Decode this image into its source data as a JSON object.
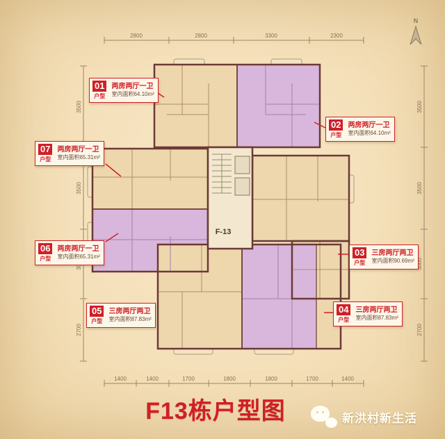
{
  "page": {
    "title": "F13栋户型图",
    "building_code": "F-13",
    "north_label": "N",
    "watermark": "新洪村新生活"
  },
  "labels": {
    "unit_label": "户型"
  },
  "units": [
    {
      "num": "01",
      "type": "两房两厅一卫",
      "area": "室内面积64.10m²"
    },
    {
      "num": "02",
      "type": "两房两厅一卫",
      "area": "室内面积64.10m²"
    },
    {
      "num": "03",
      "type": "三房两厅两卫",
      "area": "室内面积90.69m²"
    },
    {
      "num": "04",
      "type": "三房两厅两卫",
      "area": "室内面积87.83m²"
    },
    {
      "num": "05",
      "type": "三房两厅两卫",
      "area": "室内面积87.83m²"
    },
    {
      "num": "06",
      "type": "两房两厅一卫",
      "area": "室内面积65.31m²"
    },
    {
      "num": "07",
      "type": "两房两厅一卫",
      "area": "室内面积65.31m²"
    }
  ],
  "dimensions": {
    "top": [
      "2800",
      "2800",
      "3300",
      "2300"
    ],
    "bottom": [
      "1400",
      "1400",
      "1700",
      "1800",
      "1800",
      "1700",
      "1400"
    ],
    "left": [
      "3500",
      "3500",
      "3000",
      "2700"
    ],
    "right": [
      "3500",
      "3500",
      "3000",
      "2700"
    ]
  },
  "colors": {
    "accent_red": "#d01f26",
    "unit_tan": "#eed7ad",
    "unit_purple": "#d9b7dc",
    "wall": "#6b3a36"
  }
}
